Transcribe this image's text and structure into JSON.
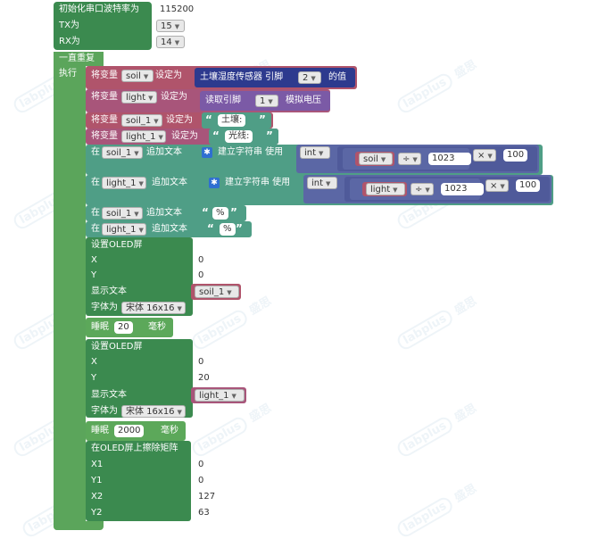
{
  "colors": {
    "green_dark": "#3b8a4f",
    "green_mid": "#5ca85a",
    "loop_green": "#5ba55b",
    "var_red": "#b0546b",
    "var_pink": "#a8557a",
    "sensor_blue": "#2d3a8e",
    "pin_purple": "#7b5aa6",
    "text_teal": "#4f9e86",
    "math_blue": "#5b67a5"
  },
  "init": {
    "baud_label": "初始化串口波特率为",
    "baud_value": "115200",
    "tx_label": "TX为",
    "tx_value": "15",
    "rx_label": "RX为",
    "rx_value": "14"
  },
  "loop": {
    "label": "一直重复",
    "do_label": "执行"
  },
  "blocks": {
    "set_soil": {
      "prefix": "将变量",
      "var": "soil",
      "suffix": "设定为",
      "sensor": "土壤湿度传感器 引脚",
      "pin": "2",
      "tail": "的值"
    },
    "set_light": {
      "prefix": "将变量",
      "var": "light",
      "suffix": "设定为",
      "read": "读取引脚",
      "pin": "1",
      "tail": "模拟电压"
    },
    "set_soil1": {
      "prefix": "将变量",
      "var": "soil_1",
      "suffix": "设定为",
      "text": "土壤:"
    },
    "set_light1": {
      "prefix": "将变量",
      "var": "light_1",
      "suffix": "设定为",
      "text": "光线:"
    },
    "append_soil": {
      "prefix": "在",
      "var": "soil_1",
      "suffix": "追加文本",
      "build": "建立字符串 使用",
      "int": "int",
      "v": "soil",
      "op_div": "÷",
      "n1": "1023",
      "op_mul": "×",
      "n2": "100"
    },
    "append_light": {
      "prefix": "在",
      "var": "light_1",
      "suffix": "追加文本",
      "build": "建立字符串 使用",
      "int": "int",
      "v": "light",
      "op_div": "÷",
      "n1": "1023",
      "op_mul": "×",
      "n2": "100"
    },
    "append_soil_pct": {
      "prefix": "在",
      "var": "soil_1",
      "suffix": "追加文本",
      "text": "%"
    },
    "append_light_pct": {
      "prefix": "在",
      "var": "light_1",
      "suffix": "追加文本",
      "text": "%"
    },
    "oled1": {
      "title": "设置OLED屏",
      "x_label": "X",
      "x": "0",
      "y_label": "Y",
      "y": "0",
      "text_label": "显示文本",
      "var": "soil_1",
      "font_label": "字体为",
      "font": "宋体 16x16"
    },
    "sleep1": {
      "label": "睡眠",
      "value": "20",
      "unit": "毫秒"
    },
    "oled2": {
      "title": "设置OLED屏",
      "x_label": "X",
      "x": "0",
      "y_label": "Y",
      "y": "20",
      "text_label": "显示文本",
      "var": "light_1",
      "font_label": "字体为",
      "font": "宋体 16x16"
    },
    "sleep2": {
      "label": "睡眠",
      "value": "2000",
      "unit": "毫秒"
    },
    "clear": {
      "title": "在OLED屏上擦除矩阵",
      "x1_label": "X1",
      "x1": "0",
      "y1_label": "Y1",
      "y1": "0",
      "x2_label": "X2",
      "x2": "127",
      "y2_label": "Y2",
      "y2": "63"
    }
  },
  "watermark": {
    "logo": "labplus",
    "brand": "盛思"
  }
}
